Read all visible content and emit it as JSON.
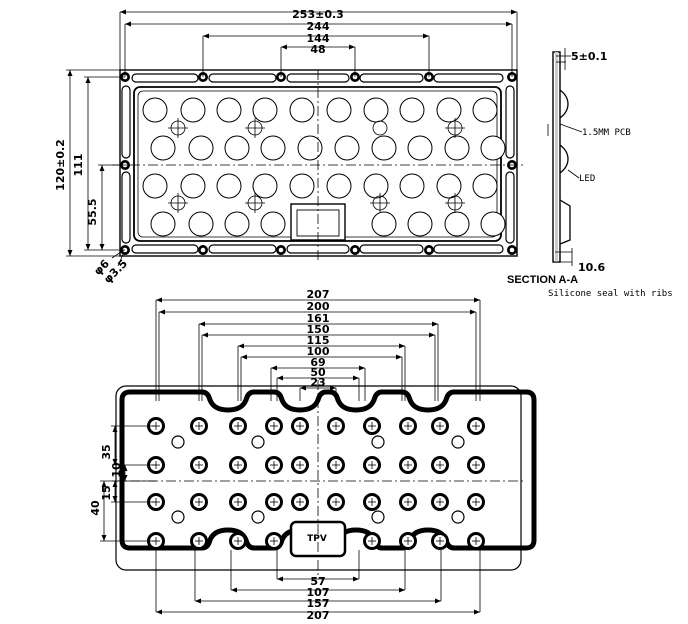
{
  "top_view": {
    "dims_horizontal": [
      "253±0.3",
      "244",
      "144",
      "48"
    ],
    "dims_vertical": [
      "120±0.2",
      "111",
      "55.5"
    ],
    "hole_labels": [
      "φ6",
      "φ3.5"
    ]
  },
  "section_view": {
    "thickness": "5±0.1",
    "height": "10.6",
    "pcb_note": "1.5MM PCB",
    "led_note": "LED",
    "title": "SECTION A-A",
    "caption": "Silicone seal with ribs"
  },
  "bottom_view": {
    "dims_top": [
      "207",
      "200",
      "161",
      "150",
      "115",
      "100",
      "69",
      "50",
      "23"
    ],
    "dims_bottom": [
      "57",
      "107",
      "157",
      "207"
    ],
    "dims_left": [
      "35",
      "10",
      "15",
      "40"
    ],
    "tpv_label": "TPV"
  }
}
